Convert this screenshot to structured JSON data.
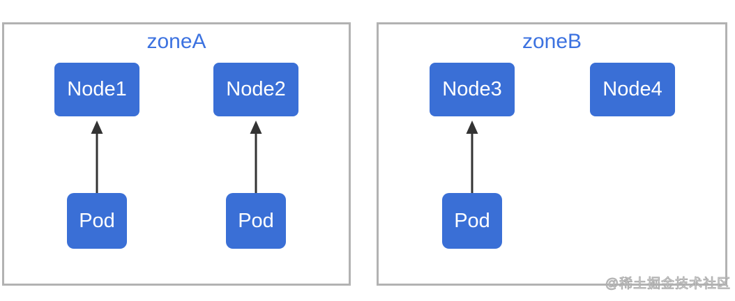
{
  "diagram": {
    "description": "Kubernetes pod-to-node scheduling across availability zones",
    "colors": {
      "node_fill": "#3a6fd6",
      "node_text": "#ffffff",
      "zone_title_text": "#3c72e0",
      "zone_border": "#b2b2b2",
      "arrow": "#333333",
      "background": "#ffffff",
      "watermark_text": "#ababab"
    },
    "zones": [
      {
        "title": "zoneA",
        "nodes": [
          {
            "label": "Node1"
          },
          {
            "label": "Node2"
          }
        ],
        "pods": [
          {
            "label": "Pod",
            "arrow_target": "Node1"
          },
          {
            "label": "Pod",
            "arrow_target": "Node2"
          }
        ]
      },
      {
        "title": "zoneB",
        "nodes": [
          {
            "label": "Node3"
          },
          {
            "label": "Node4"
          }
        ],
        "pods": [
          {
            "label": "Pod",
            "arrow_target": "Node3"
          }
        ]
      }
    ]
  },
  "watermark": {
    "text": "@稀土掘金技术社区"
  }
}
